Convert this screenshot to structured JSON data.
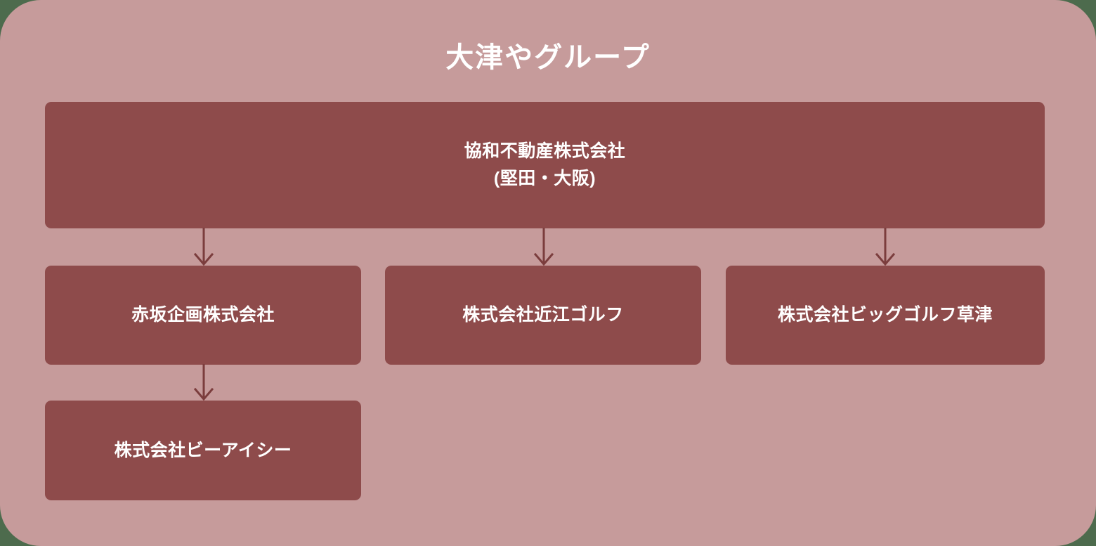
{
  "colors": {
    "page_background": "#4d6b4d",
    "panel_background": "#c69b9b",
    "box_fill": "#8e4b4b",
    "box_text": "#ffffff",
    "connector": "#7b3d3d"
  },
  "chart": {
    "title": "大津やグループ",
    "type": "org-chart",
    "nodes": [
      {
        "id": "root",
        "name": "協和不動産株式会社",
        "sublabel": "(堅田・大阪)",
        "level": 0
      },
      {
        "id": "akasaka",
        "name": "赤坂企画株式会社",
        "sublabel": "",
        "level": 1
      },
      {
        "id": "omi-golf",
        "name": "株式会社近江ゴルフ",
        "sublabel": "",
        "level": 1
      },
      {
        "id": "big-golf",
        "name": "株式会社ビッグゴルフ草津",
        "sublabel": "",
        "level": 1
      },
      {
        "id": "bic",
        "name": "株式会社ビーアイシー",
        "sublabel": "",
        "level": 2
      }
    ],
    "edges": [
      {
        "from": "root",
        "to": "akasaka",
        "marker": "arrow-down"
      },
      {
        "from": "root",
        "to": "omi-golf",
        "marker": "arrow-down"
      },
      {
        "from": "root",
        "to": "big-golf",
        "marker": "arrow-down"
      },
      {
        "from": "akasaka",
        "to": "bic",
        "marker": "arrow-down"
      }
    ]
  }
}
